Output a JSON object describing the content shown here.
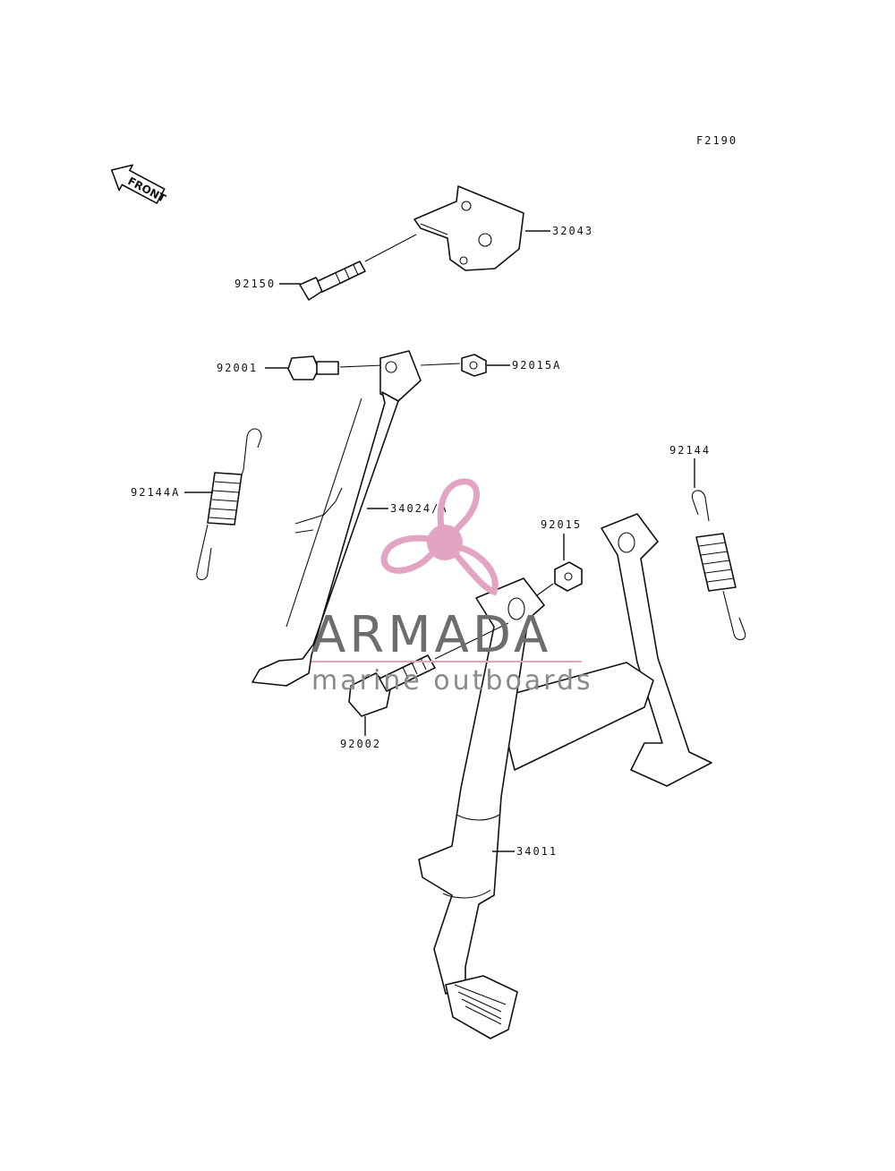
{
  "figure_code": "F2190",
  "front_label": "FRONT",
  "parts": {
    "p32043": "32043",
    "p92150": "92150",
    "p92001": "92001",
    "p92015a": "92015A",
    "p92144a": "92144A",
    "p34024": "34024/A",
    "p92144": "92144",
    "p92015": "92015",
    "p92002": "92002",
    "p34011": "34011"
  },
  "watermark": {
    "brand": "ARMADA",
    "tagline": "marine outboards",
    "logo": "propeller-logo",
    "colors": {
      "pink": "#e3a3c2",
      "pink_dark": "#d985ad",
      "gray": "#6d6d6d"
    }
  }
}
